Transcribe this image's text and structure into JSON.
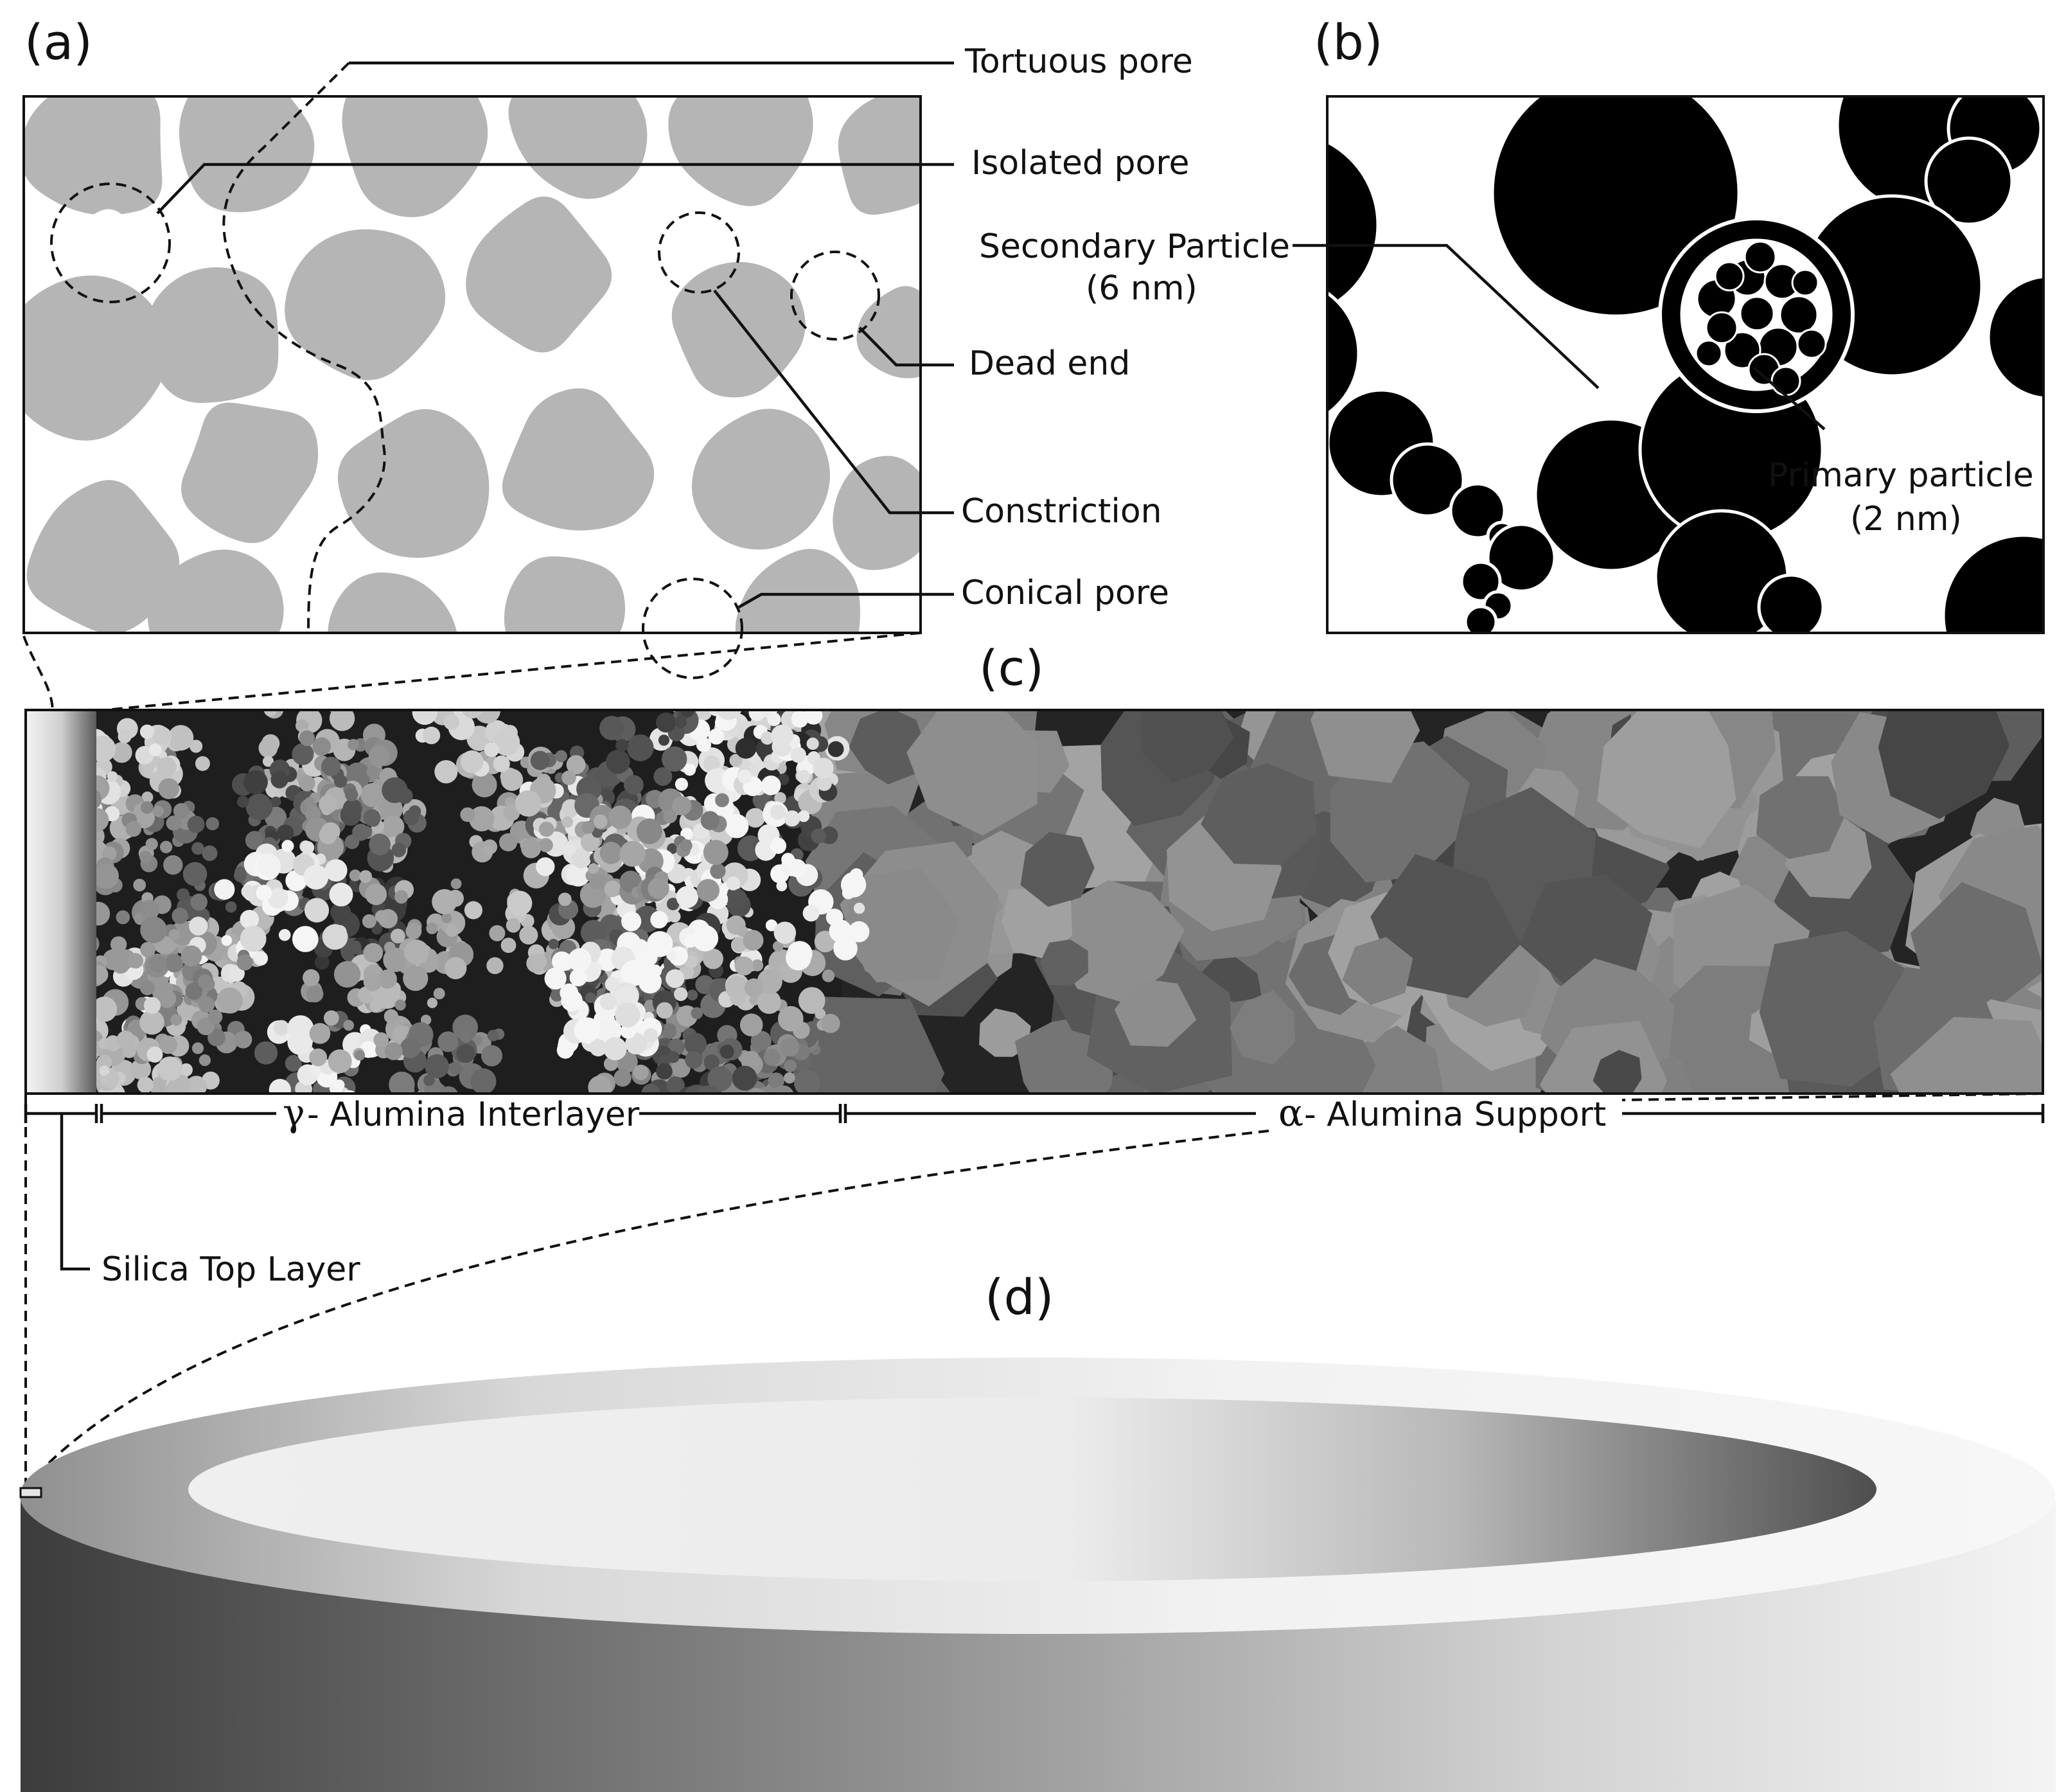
{
  "panels": {
    "a": {
      "letter": "(a)",
      "callouts": {
        "tortuous": "Tortuous pore",
        "isolated": "Isolated pore",
        "dead_end": "Dead end",
        "constriction": "Constriction",
        "conical": "Conical pore"
      }
    },
    "b": {
      "letter": "(b)",
      "secondary_line1": "Secondary Particle",
      "secondary_line2": "(6 nm)",
      "primary_line1": "Primary particle",
      "primary_line2": "(2 nm)"
    },
    "c": {
      "letter": "(c)",
      "gamma_symbol": "γ",
      "gamma_label": "- Alumina Interlayer",
      "alpha_symbol": "α",
      "alpha_label": "- Alumina Support",
      "silica_label": "Silica Top Layer"
    },
    "d": {
      "letter": "(d)"
    }
  },
  "colors": {
    "grain_gray": "#b5b5b5",
    "particle_black": "#000000",
    "background": "#ffffff",
    "ink": "#111111"
  }
}
